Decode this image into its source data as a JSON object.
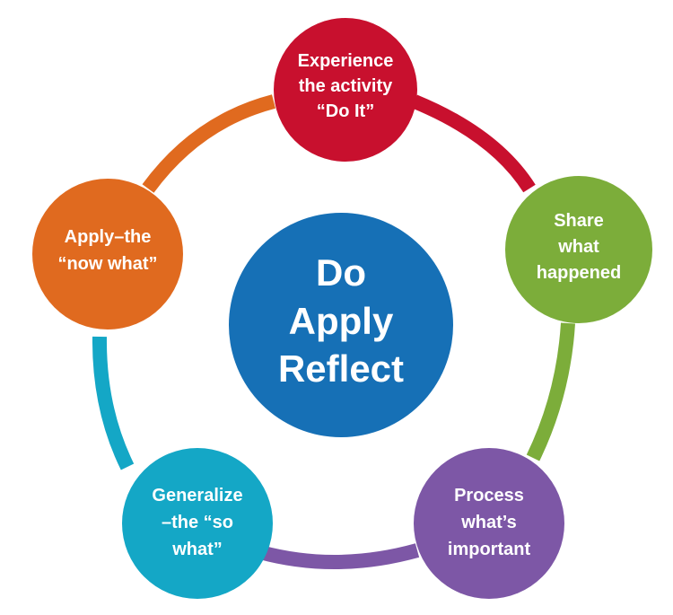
{
  "colors": {
    "background": "#ffffff",
    "do": "#c8102e",
    "share": "#7cad3a",
    "process": "#7d57a6",
    "generalize": "#14a7c6",
    "apply": "#e06a1f",
    "center": "#1670b6",
    "text": "#ffffff"
  },
  "center": {
    "lines": [
      "Do",
      "Apply",
      "Reflect"
    ]
  },
  "nodes": [
    {
      "id": "experience",
      "lines": [
        "Experience",
        "the activity",
        "“Do It”"
      ]
    },
    {
      "id": "share",
      "lines": [
        "Share",
        "what",
        "happened"
      ]
    },
    {
      "id": "process",
      "lines": [
        "Process",
        "what’s",
        "important"
      ]
    },
    {
      "id": "generalize",
      "lines": [
        "Generalize",
        "–the “so",
        "what”"
      ]
    },
    {
      "id": "apply",
      "lines": [
        "Apply–the",
        "“now what”"
      ]
    }
  ]
}
